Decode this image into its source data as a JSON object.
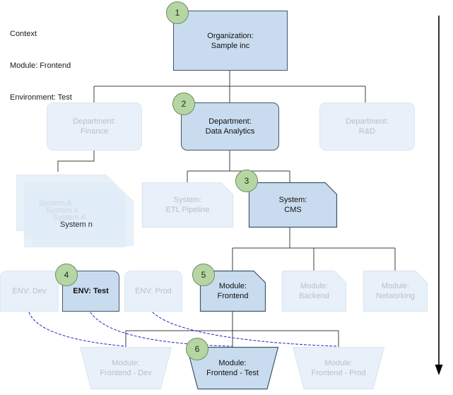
{
  "context": {
    "title": "Context",
    "line_module": "Module: Frontend",
    "line_environment": "Environment: Test"
  },
  "colors": {
    "active_fill": "#c9dcef",
    "active_stroke": "#41566b",
    "faded_fill": "#e8f0f9",
    "faded_stroke": "#dde7f2",
    "faded_text": "#b9bfc6",
    "badge_fill": "#b5d5a2",
    "badge_stroke": "#6f8c62",
    "dashed_link": "#3333cc",
    "connector": "#3c3c3c",
    "arrow": "#000000"
  },
  "badges": [
    {
      "id": "badge-1",
      "label": "1"
    },
    {
      "id": "badge-2",
      "label": "2"
    },
    {
      "id": "badge-3",
      "label": "3"
    },
    {
      "id": "badge-4",
      "label": "4"
    },
    {
      "id": "badge-5",
      "label": "5"
    },
    {
      "id": "badge-6",
      "label": "6"
    }
  ],
  "levels": {
    "organization": {
      "nodes": [
        {
          "id": "organization-sample-inc",
          "label": "Organization:\nSample inc",
          "state": "active"
        }
      ]
    },
    "department": {
      "nodes": [
        {
          "id": "department-finance",
          "label": "Department:\nFinance",
          "state": "faded"
        },
        {
          "id": "department-data-analytics",
          "label": "Department:\nData Analytics",
          "state": "active"
        },
        {
          "id": "department-rnd",
          "label": "Department:\nR&D",
          "state": "faded"
        }
      ]
    },
    "system": {
      "stack": {
        "id": "system-stack",
        "labels": [
          "System A",
          "System A",
          "System A",
          "System n"
        ],
        "state": "faded"
      },
      "nodes": [
        {
          "id": "system-etl-pipeline",
          "label": "System:\nETL Pipeline",
          "state": "faded"
        },
        {
          "id": "system-cms",
          "label": "System:\nCMS",
          "state": "active"
        }
      ]
    },
    "environment": {
      "nodes": [
        {
          "id": "env-dev",
          "label": "ENV: Dev",
          "state": "faded"
        },
        {
          "id": "env-test",
          "label": "ENV: Test",
          "state": "active"
        },
        {
          "id": "env-prod",
          "label": "ENV: Prod",
          "state": "faded"
        }
      ]
    },
    "module": {
      "nodes": [
        {
          "id": "module-frontend",
          "label": "Module:\nFrontend",
          "state": "active"
        },
        {
          "id": "module-backend",
          "label": "Module:\nBackend",
          "state": "faded"
        },
        {
          "id": "module-networking",
          "label": "Module:\nNetworking",
          "state": "faded"
        }
      ]
    },
    "deployment": {
      "nodes": [
        {
          "id": "module-frontend-dev",
          "label": "Module:\nFrontend - Dev",
          "state": "faded"
        },
        {
          "id": "module-frontend-test",
          "label": "Module:\nFrontend - Test",
          "state": "active"
        },
        {
          "id": "module-frontend-prod",
          "label": "Module:\nFrontend - Prod",
          "state": "faded"
        }
      ]
    }
  }
}
